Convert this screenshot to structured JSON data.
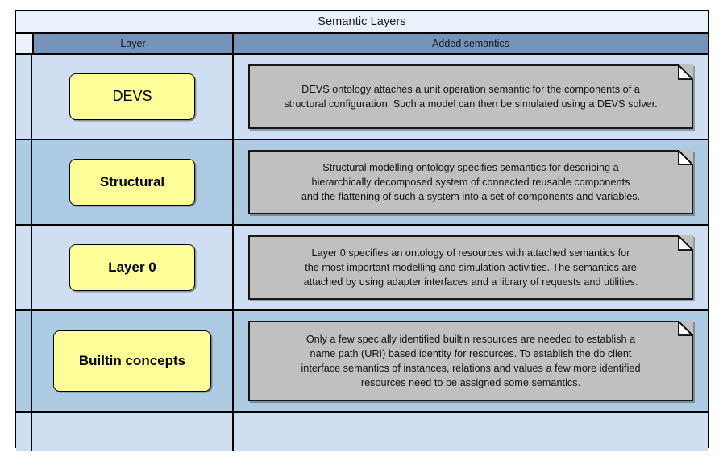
{
  "diagram": {
    "title": "Semantic Layers",
    "columns": {
      "layer": "Layer",
      "added_semantics": "Added semantics"
    },
    "rows": [
      {
        "layer": "DEVS",
        "semantics": "DEVS ontology attaches a unit operation semantic for the components of a\nstructural configuration. Such a model can then be simulated using a DEVS solver."
      },
      {
        "layer": "Structural",
        "semantics": "Structural modelling ontology specifies semantics for describing a\nhierarchically decomposed system of connected reusable components\nand the flattening of such a system into a set of components and variables."
      },
      {
        "layer": "Layer 0",
        "semantics": "Layer 0 specifies an ontology of resources with attached semantics for\nthe most important modelling and simulation activities. The semantics are\nattached by using adapter interfaces and a library of requests and utilities."
      },
      {
        "layer": "Builtin concepts",
        "semantics": "Only a few specially identified builtin resources are needed to establish a\nname path (URI) based identity for resources. To establish the db client\ninterface semantics of instances, relations and values a few more identified\nresources need to be assigned some semantics."
      },
      {
        "layer": "",
        "semantics": ""
      }
    ]
  },
  "colors": {
    "title_band": "#eaf1fb",
    "header_band": "#7694ba",
    "row_light": "#cfdff1",
    "row_dark": "#aecbe4",
    "layer_box_fill": "#ffff99",
    "note_fill": "#c0c0c0",
    "border": "#000000"
  }
}
